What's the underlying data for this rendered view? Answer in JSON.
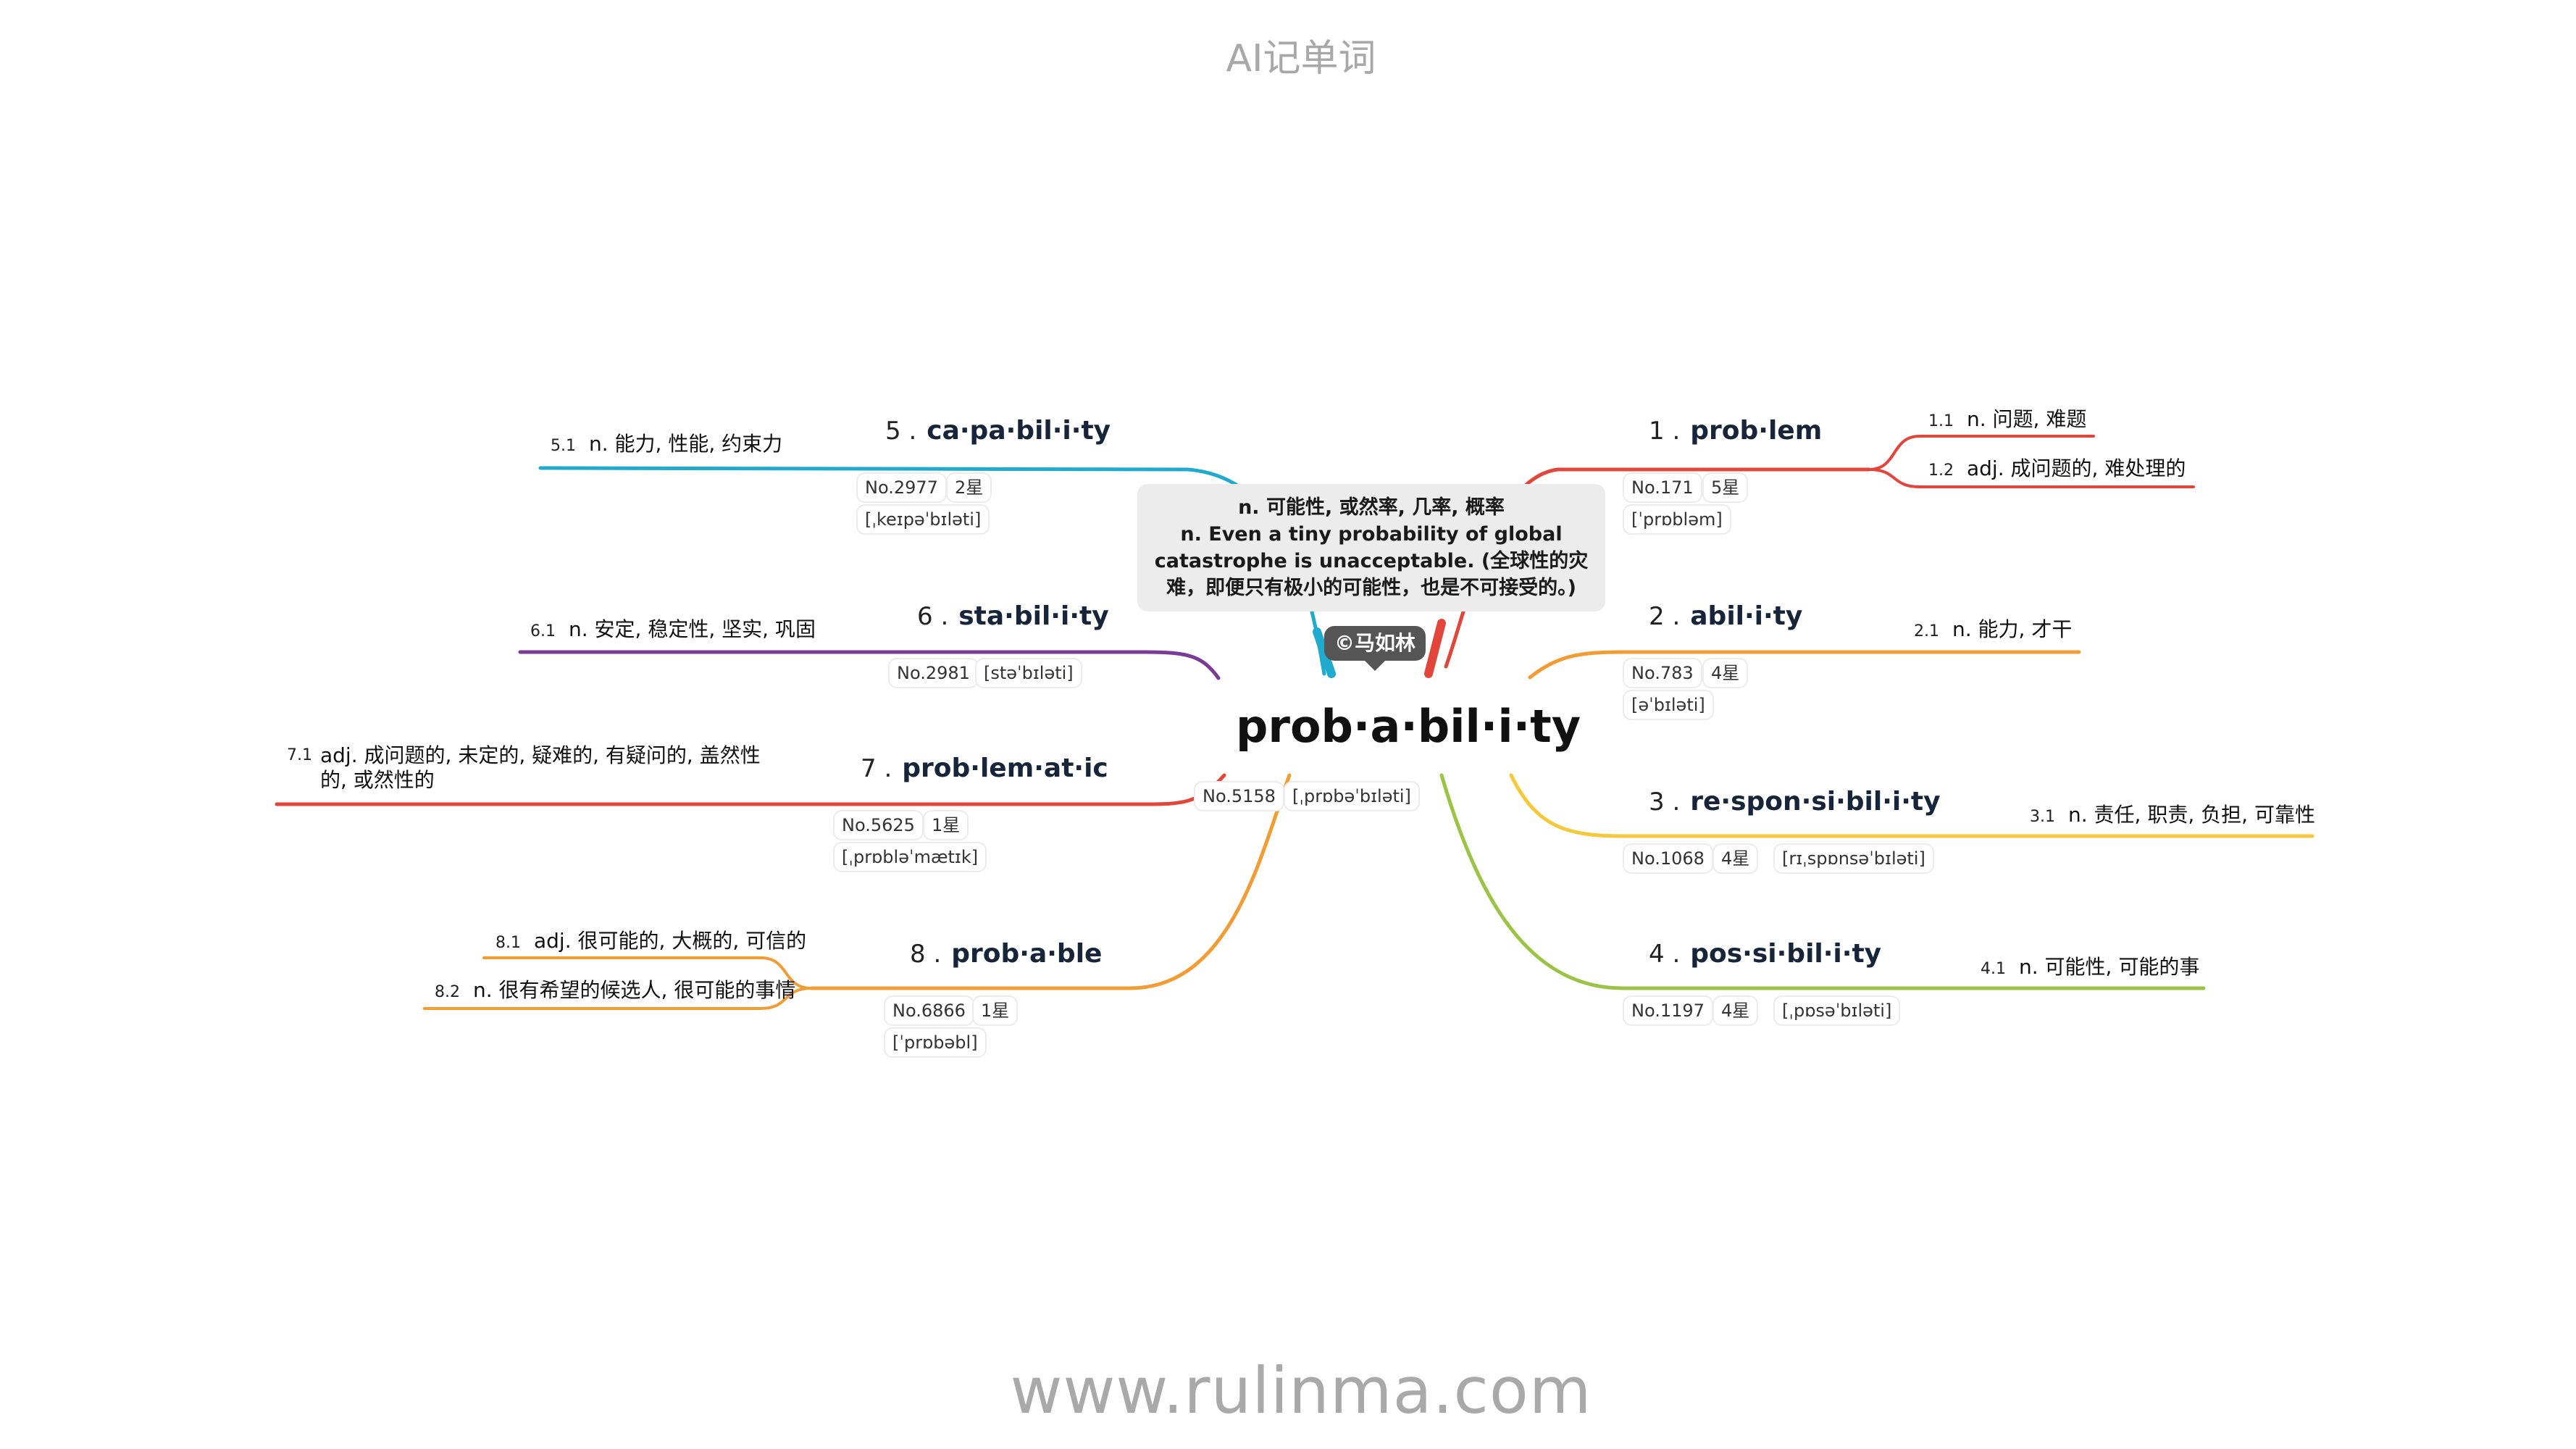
{
  "app_title": "AI记单词",
  "footer": "www.rulinma.com",
  "central": {
    "word": "prob·a·bil·i·ty",
    "no": "No.5158",
    "phonetic": "[ˌprɒbəˈbɪləti]",
    "note_lines": [
      "n. 可能性, 或然率, 几率, 概率",
      "n. Even a tiny probability of global",
      "catastrophe is unacceptable. (全球性的灾",
      "难，即便只有极小的可能性，也是不可接受的。)"
    ],
    "badge": "©马如林"
  },
  "branches": [
    {
      "num": "1 .",
      "word": "prob·lem",
      "color": "#e2463a",
      "no": "No.171",
      "stars": "5星",
      "phonetic": "[ˈprɒbləm]",
      "subs": [
        {
          "num": "1.1",
          "text": "n. 问题, 难题"
        },
        {
          "num": "1.2",
          "text": "adj. 成问题的, 难处理的"
        }
      ]
    },
    {
      "num": "2 .",
      "word": "abil·i·ty",
      "color": "#f39c34",
      "no": "No.783",
      "stars": "4星",
      "phonetic": "[əˈbɪləti]",
      "subs": [
        {
          "num": "2.1",
          "text": "n. 能力, 才干"
        }
      ]
    },
    {
      "num": "3 .",
      "word": "re·spon·si·bil·i·ty",
      "color": "#f5c93b",
      "no": "No.1068",
      "stars": "4星",
      "phonetic": "[rɪˌspɒnsəˈbɪləti]",
      "subs": [
        {
          "num": "3.1",
          "text": "n. 责任, 职责, 负担, 可靠性"
        }
      ]
    },
    {
      "num": "4 .",
      "word": "pos·si·bil·i·ty",
      "color": "#9bc445",
      "no": "No.1197",
      "stars": "4星",
      "phonetic": "[ˌpɒsəˈbɪləti]",
      "subs": [
        {
          "num": "4.1",
          "text": "n. 可能性, 可能的事"
        }
      ]
    },
    {
      "num": "5 .",
      "word": "ca·pa·bil·i·ty",
      "color": "#20aace",
      "no": "No.2977",
      "stars": "2星",
      "phonetic": "[ˌkeɪpəˈbɪləti]",
      "subs": [
        {
          "num": "5.1",
          "text": "n. 能力, 性能, 约束力"
        }
      ]
    },
    {
      "num": "6 .",
      "word": "sta·bil·i·ty",
      "color": "#7b3a96",
      "no": "No.2981",
      "stars": "",
      "phonetic": "[stəˈbɪləti]",
      "subs": [
        {
          "num": "6.1",
          "text": "n. 安定, 稳定性, 坚实, 巩固"
        }
      ]
    },
    {
      "num": "7 .",
      "word": "prob·lem·at·ic",
      "color": "#e2463a",
      "no": "No.5625",
      "stars": "1星",
      "phonetic": "[ˌprɒbləˈmætɪk]",
      "subs": [
        {
          "num": "7.1",
          "text": "adj. 成问题的, 未定的, 疑难的, 有疑问的, 盖然性的, 或然性的"
        }
      ]
    },
    {
      "num": "8 .",
      "word": "prob·a·ble",
      "color": "#f39c34",
      "no": "No.6866",
      "stars": "1星",
      "phonetic": "[ˈprɒbəbl]",
      "subs": [
        {
          "num": "8.1",
          "text": "adj. 很可能的, 大概的, 可信的"
        },
        {
          "num": "8.2",
          "text": "n. 很有希望的候选人, 很可能的事情"
        }
      ]
    }
  ]
}
